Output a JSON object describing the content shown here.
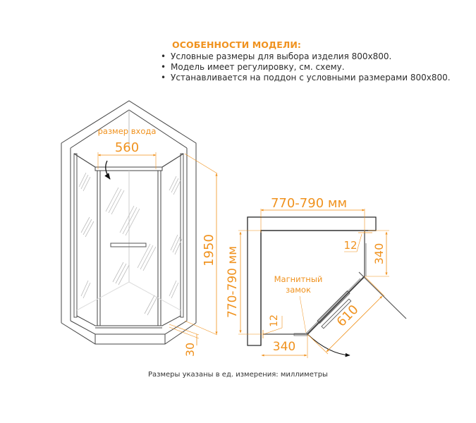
{
  "features": {
    "title": "ОСОБЕННОСТИ МОДЕЛИ:",
    "items": [
      "Условные размеры для выбора изделия 800х800.",
      "Модель имеет регулировку, см. схему.",
      "Устанавливается на поддон с условными размерами 800х800."
    ]
  },
  "front_view": {
    "entry_label": "размер входа",
    "entry_width": "560",
    "height": "1950",
    "tray_height": "30"
  },
  "plan_view": {
    "width_range": "770-790 мм",
    "depth_range": "770-790 мм",
    "gap_top": "12",
    "side_top": "340",
    "gap_left": "12",
    "side_left": "340",
    "door_width": "610",
    "magnet_label_line1": "Магнитный",
    "magnet_label_line2": "замок"
  },
  "footer": {
    "note": "Размеры указаны в ед. измерения: миллиметры"
  },
  "colors": {
    "accent": "#f0921e",
    "line": "#333333",
    "light": "#bbbbbb"
  }
}
